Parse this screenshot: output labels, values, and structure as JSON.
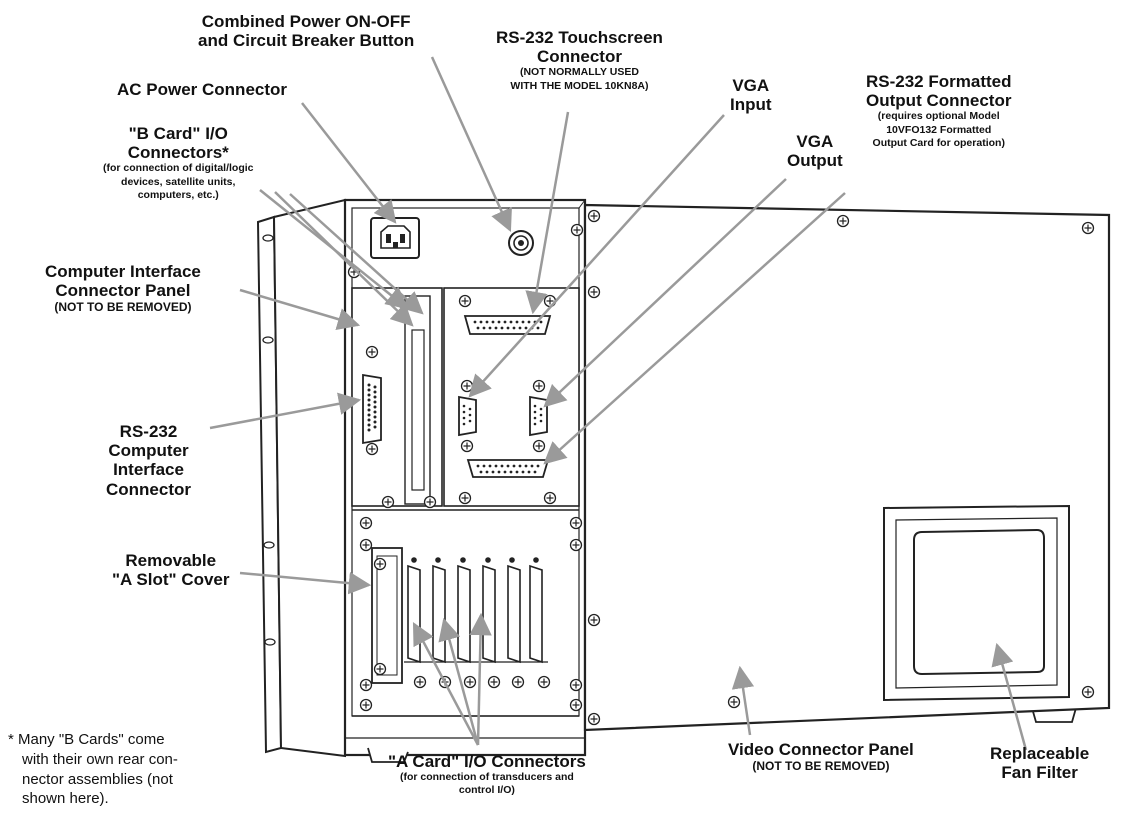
{
  "labels": {
    "power_button": {
      "line1": "Combined Power ON-OFF",
      "line2": "and Circuit Breaker Button"
    },
    "touchscreen": {
      "line1": "RS-232 Touchscreen",
      "line2": "Connector",
      "sub1": "(NOT NORMALLY USED",
      "sub2": "WITH THE MODEL 10KN8A)"
    },
    "vga_input": {
      "line1": "VGA",
      "line2": "Input"
    },
    "vga_output": {
      "line1": "VGA",
      "line2": "Output"
    },
    "formatted_output": {
      "line1": "RS-232 Formatted",
      "line2": "Output Connector",
      "sub1": "(requires optional Model",
      "sub2": "10VFO132 Formatted",
      "sub3": "Output Card for operation)"
    },
    "ac_power": {
      "line1": "AC Power Connector"
    },
    "b_card": {
      "line1": "\"B Card\" I/O",
      "line2": "Connectors*",
      "sub1": "(for connection of digital/logic",
      "sub2": "devices, satellite units,",
      "sub3": "computers, etc.)"
    },
    "computer_panel": {
      "line1": "Computer Interface",
      "line2": "Connector Panel",
      "sub1": "(NOT TO BE REMOVED)"
    },
    "rs232_computer": {
      "line1": "RS-232",
      "line2": "Computer",
      "line3": "Interface",
      "line4": "Connector"
    },
    "a_slot_cover": {
      "line1": "Removable",
      "line2": "\"A Slot\" Cover"
    },
    "a_card": {
      "line1": "\"A Card\" I/O Connectors",
      "sub1": "(for connection of transducers and",
      "sub2": "control I/O)"
    },
    "video_panel": {
      "line1": "Video Connector Panel",
      "sub1": "(NOT TO BE REMOVED)"
    },
    "fan_filter": {
      "line1": "Replaceable",
      "line2": "Fan Filter"
    }
  },
  "footnote": {
    "line1": "* Many \"B Cards\" come",
    "line2": "with their own rear con-",
    "line3": "nector assemblies (not",
    "line4": "shown here)."
  }
}
